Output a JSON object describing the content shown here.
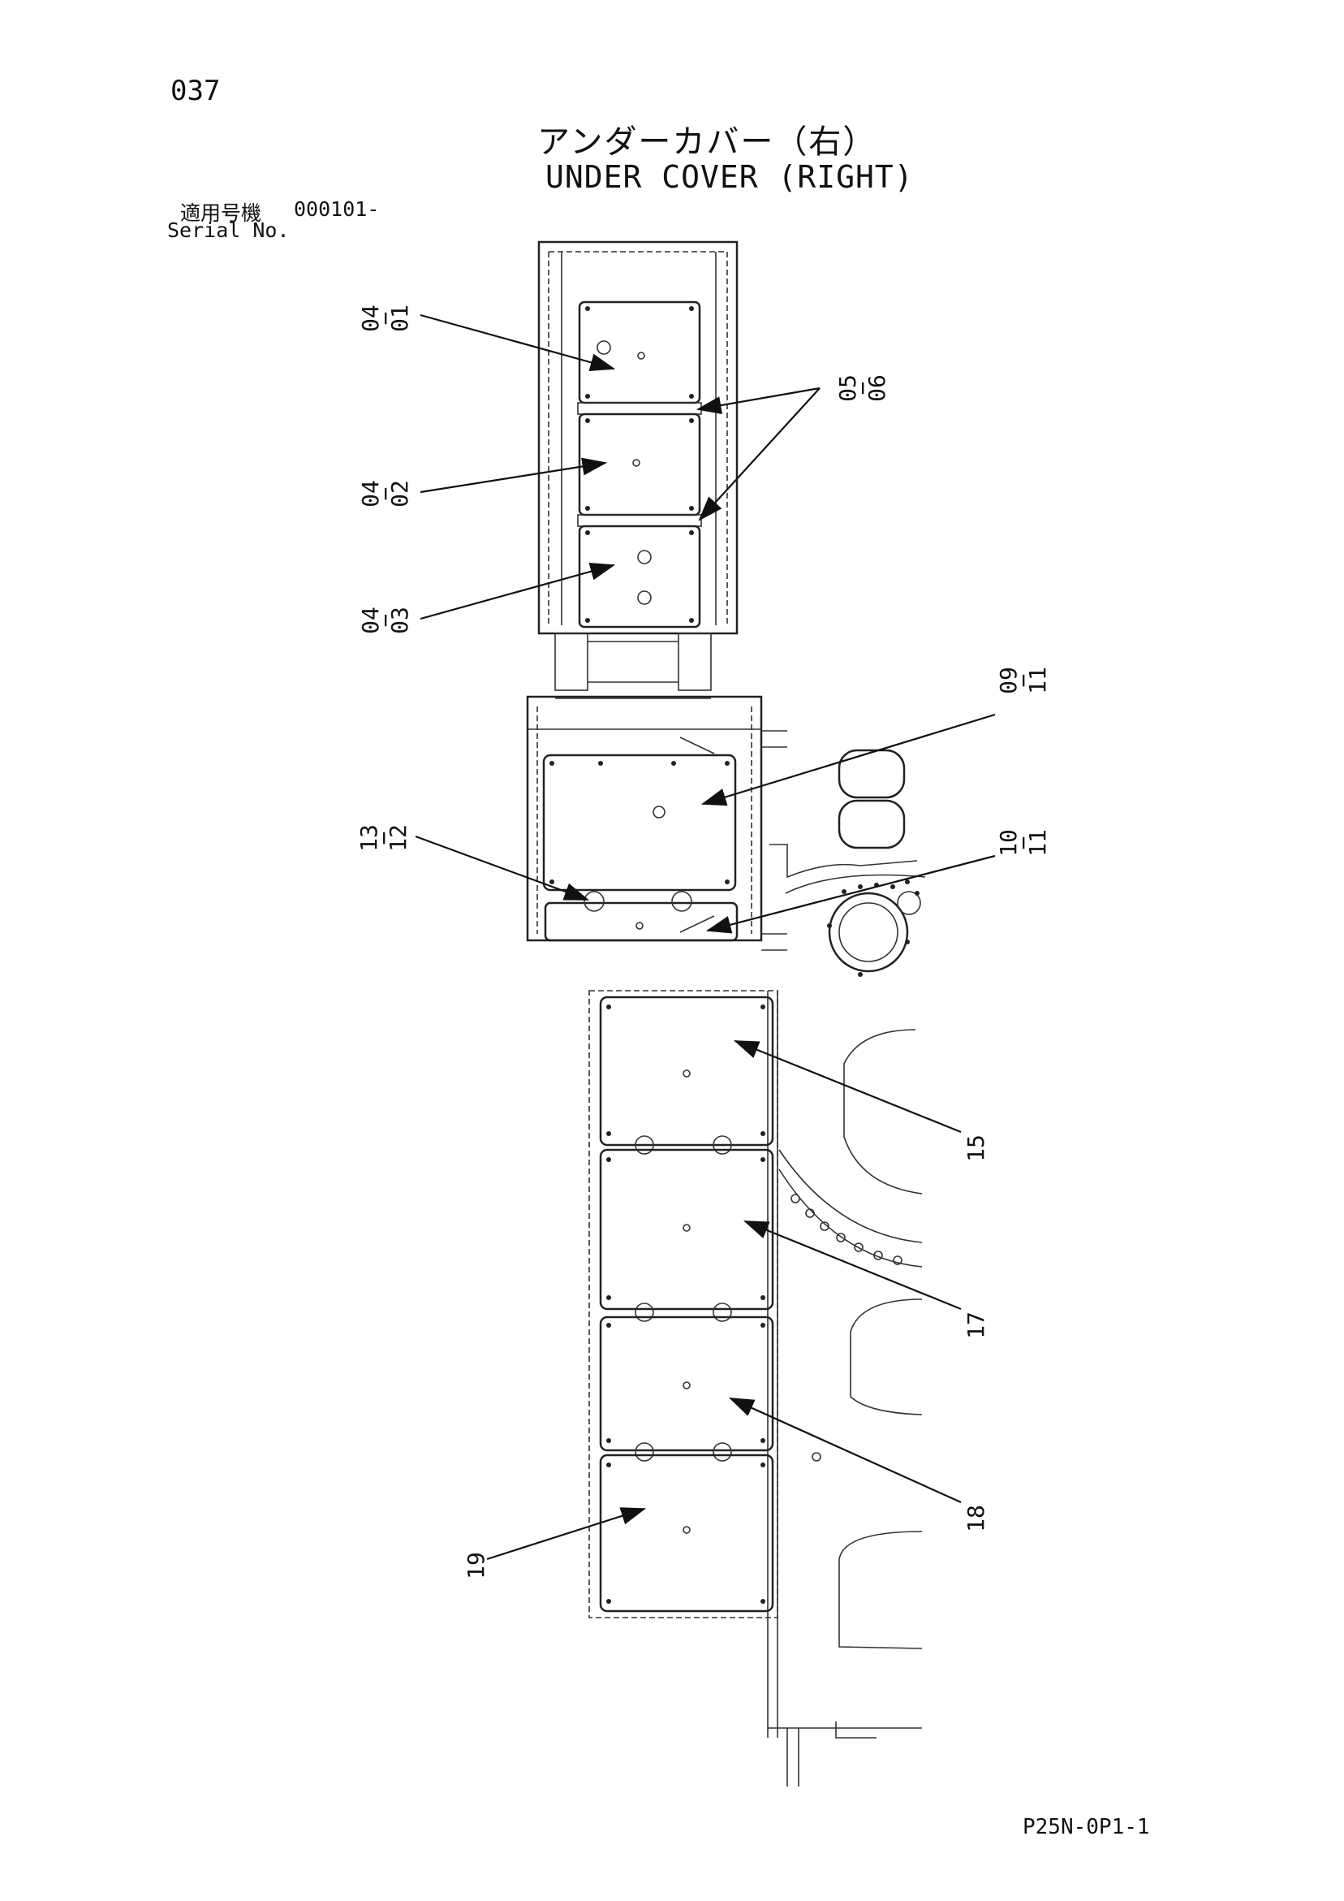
{
  "header": {
    "page_number": "037",
    "title_jp": "アンダーカバー（右）",
    "title_en": "UNDER COVER (RIGHT)",
    "serial_label_jp": "適用号機",
    "serial_value": "000101-",
    "serial_label_en": "Serial No."
  },
  "callouts": [
    {
      "id": "c0401",
      "line1": "04",
      "line2": "01"
    },
    {
      "id": "c0402",
      "line1": "04",
      "line2": "02"
    },
    {
      "id": "c0403",
      "line1": "04",
      "line2": "03"
    },
    {
      "id": "c0506",
      "line1": "05",
      "line2": "06"
    },
    {
      "id": "c0911",
      "line1": "09",
      "line2": "11"
    },
    {
      "id": "c1011",
      "line1": "10",
      "line2": "11"
    },
    {
      "id": "c1312",
      "line1": "13",
      "line2": "12"
    },
    {
      "id": "c15",
      "line1": "15"
    },
    {
      "id": "c17",
      "line1": "17"
    },
    {
      "id": "c18",
      "line1": "18"
    },
    {
      "id": "c19",
      "line1": "19"
    }
  ],
  "footer": {
    "drawing_code": "P25N-0P1-1"
  }
}
